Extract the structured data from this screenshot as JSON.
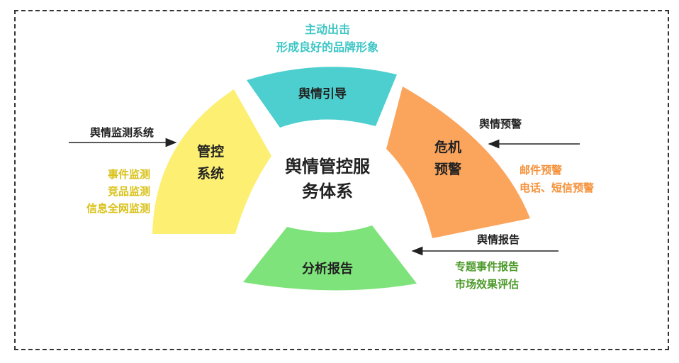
{
  "center_title": {
    "line1": "舆情管控服",
    "line2": "务体系"
  },
  "segments": {
    "top": {
      "label": "舆情引导",
      "color": "#4ECFCF"
    },
    "left": {
      "line1": "管控",
      "line2": "系统",
      "color": "#FCEF72"
    },
    "right": {
      "line1": "危机",
      "line2": "预警",
      "color": "#FBA45C"
    },
    "bottom": {
      "label": "分析报告",
      "color": "#7EE37A"
    }
  },
  "top_note": {
    "line1": "主动出击",
    "line2": "形成良好的品牌形象",
    "color": "#3EC6C6"
  },
  "left_input": {
    "label": "舆情监测系统"
  },
  "left_notes": {
    "lines": [
      "事件监测",
      "竞品监测",
      "信息全网监测"
    ],
    "color": "#D9C21A"
  },
  "right_input": {
    "label": "舆情预警"
  },
  "right_notes": {
    "lines": [
      "邮件预警",
      "电话、短信预警"
    ],
    "color": "#F5913A"
  },
  "bottom_input": {
    "label": "舆情报告"
  },
  "bottom_notes": {
    "lines": [
      "专题事件报告",
      "市场效果评估"
    ],
    "color": "#4C9A2A"
  }
}
